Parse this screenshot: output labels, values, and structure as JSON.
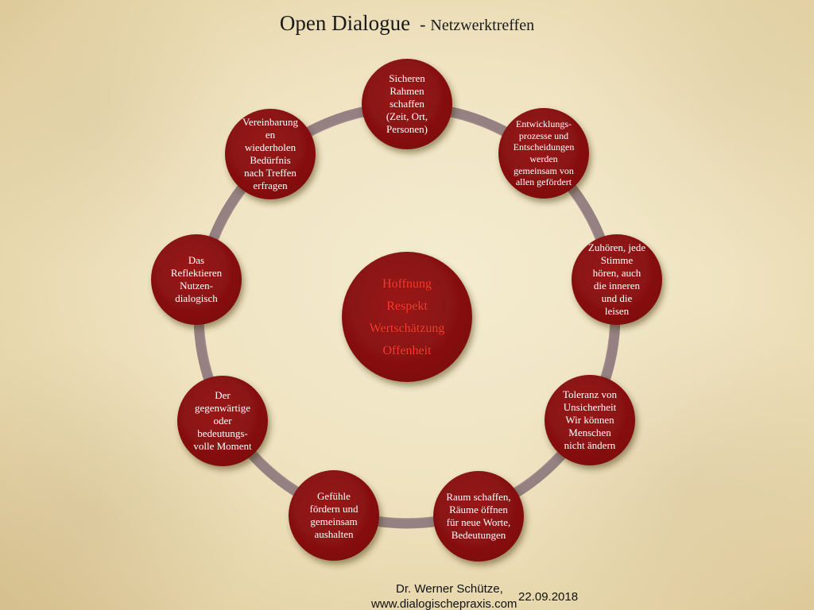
{
  "title": {
    "main": "Open Dialogue",
    "separator": "-",
    "subtitle": "Netzwerktreffen"
  },
  "colors": {
    "node_fill": "#8b1212",
    "ring": "#8f7b7e",
    "center_text": "#ff3b2f",
    "background": "#efe3c0"
  },
  "center": {
    "values": [
      "Hoffnung",
      "Respekt",
      "Wertschätzung",
      "Offenheit"
    ]
  },
  "nodes": [
    {
      "id": "top",
      "text": "Sicheren\nRahmen\nschaffen\n(Zeit, Ort,\nPersonen)"
    },
    {
      "id": "upper-right",
      "text": "Entwicklungs-\nprozesse und\nEntscheidungen\nwerden\ngemeinsam von\nallen gefördert"
    },
    {
      "id": "right",
      "text": "Zuhören, jede\nStimme\nhören, auch\ndie inneren\nund die\nleisen"
    },
    {
      "id": "lower-right",
      "text": "Toleranz von\nUnsicherheit\nWir können\nMenschen\nnicht ändern"
    },
    {
      "id": "bottom-right",
      "text": "Raum schaffen,\nRäume öffnen\nfür neue Worte,\nBedeutungen"
    },
    {
      "id": "bottom-left",
      "text": "Gefühle\nfördern und\ngemeinsam\naushalten"
    },
    {
      "id": "lower-left",
      "text": "Der\ngegenwärtige\noder\nbedeutungs-\nvolle Moment"
    },
    {
      "id": "left",
      "text": "Das\nReflektieren\nNutzen-\ndialogisch"
    },
    {
      "id": "upper-left",
      "text": "Vereinbarung\nen\nwiederholen\nBedürfnis\nnach Treffen\nerfragen"
    }
  ],
  "footer": {
    "author": "Dr. Werner Schütze,",
    "date": "22.09.2018",
    "url": "www.dialogischepraxis.com"
  }
}
